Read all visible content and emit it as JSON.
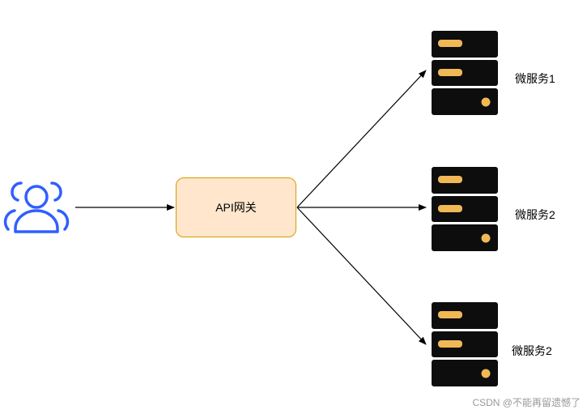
{
  "gateway": {
    "label": "API网关"
  },
  "services": [
    {
      "label": "微服务1"
    },
    {
      "label": "微服务2"
    },
    {
      "label": "微服务2"
    }
  ],
  "users": {
    "icon": "users-icon",
    "color": "#2f5fff"
  },
  "server": {
    "icon": "server-icon",
    "body_color": "#0d0d0d",
    "accent_color": "#f0b955"
  },
  "gateway_style": {
    "fill": "#ffe6cc",
    "stroke": "#d79b00"
  },
  "watermark": {
    "text": "CSDN @不能再留遗憾了"
  }
}
